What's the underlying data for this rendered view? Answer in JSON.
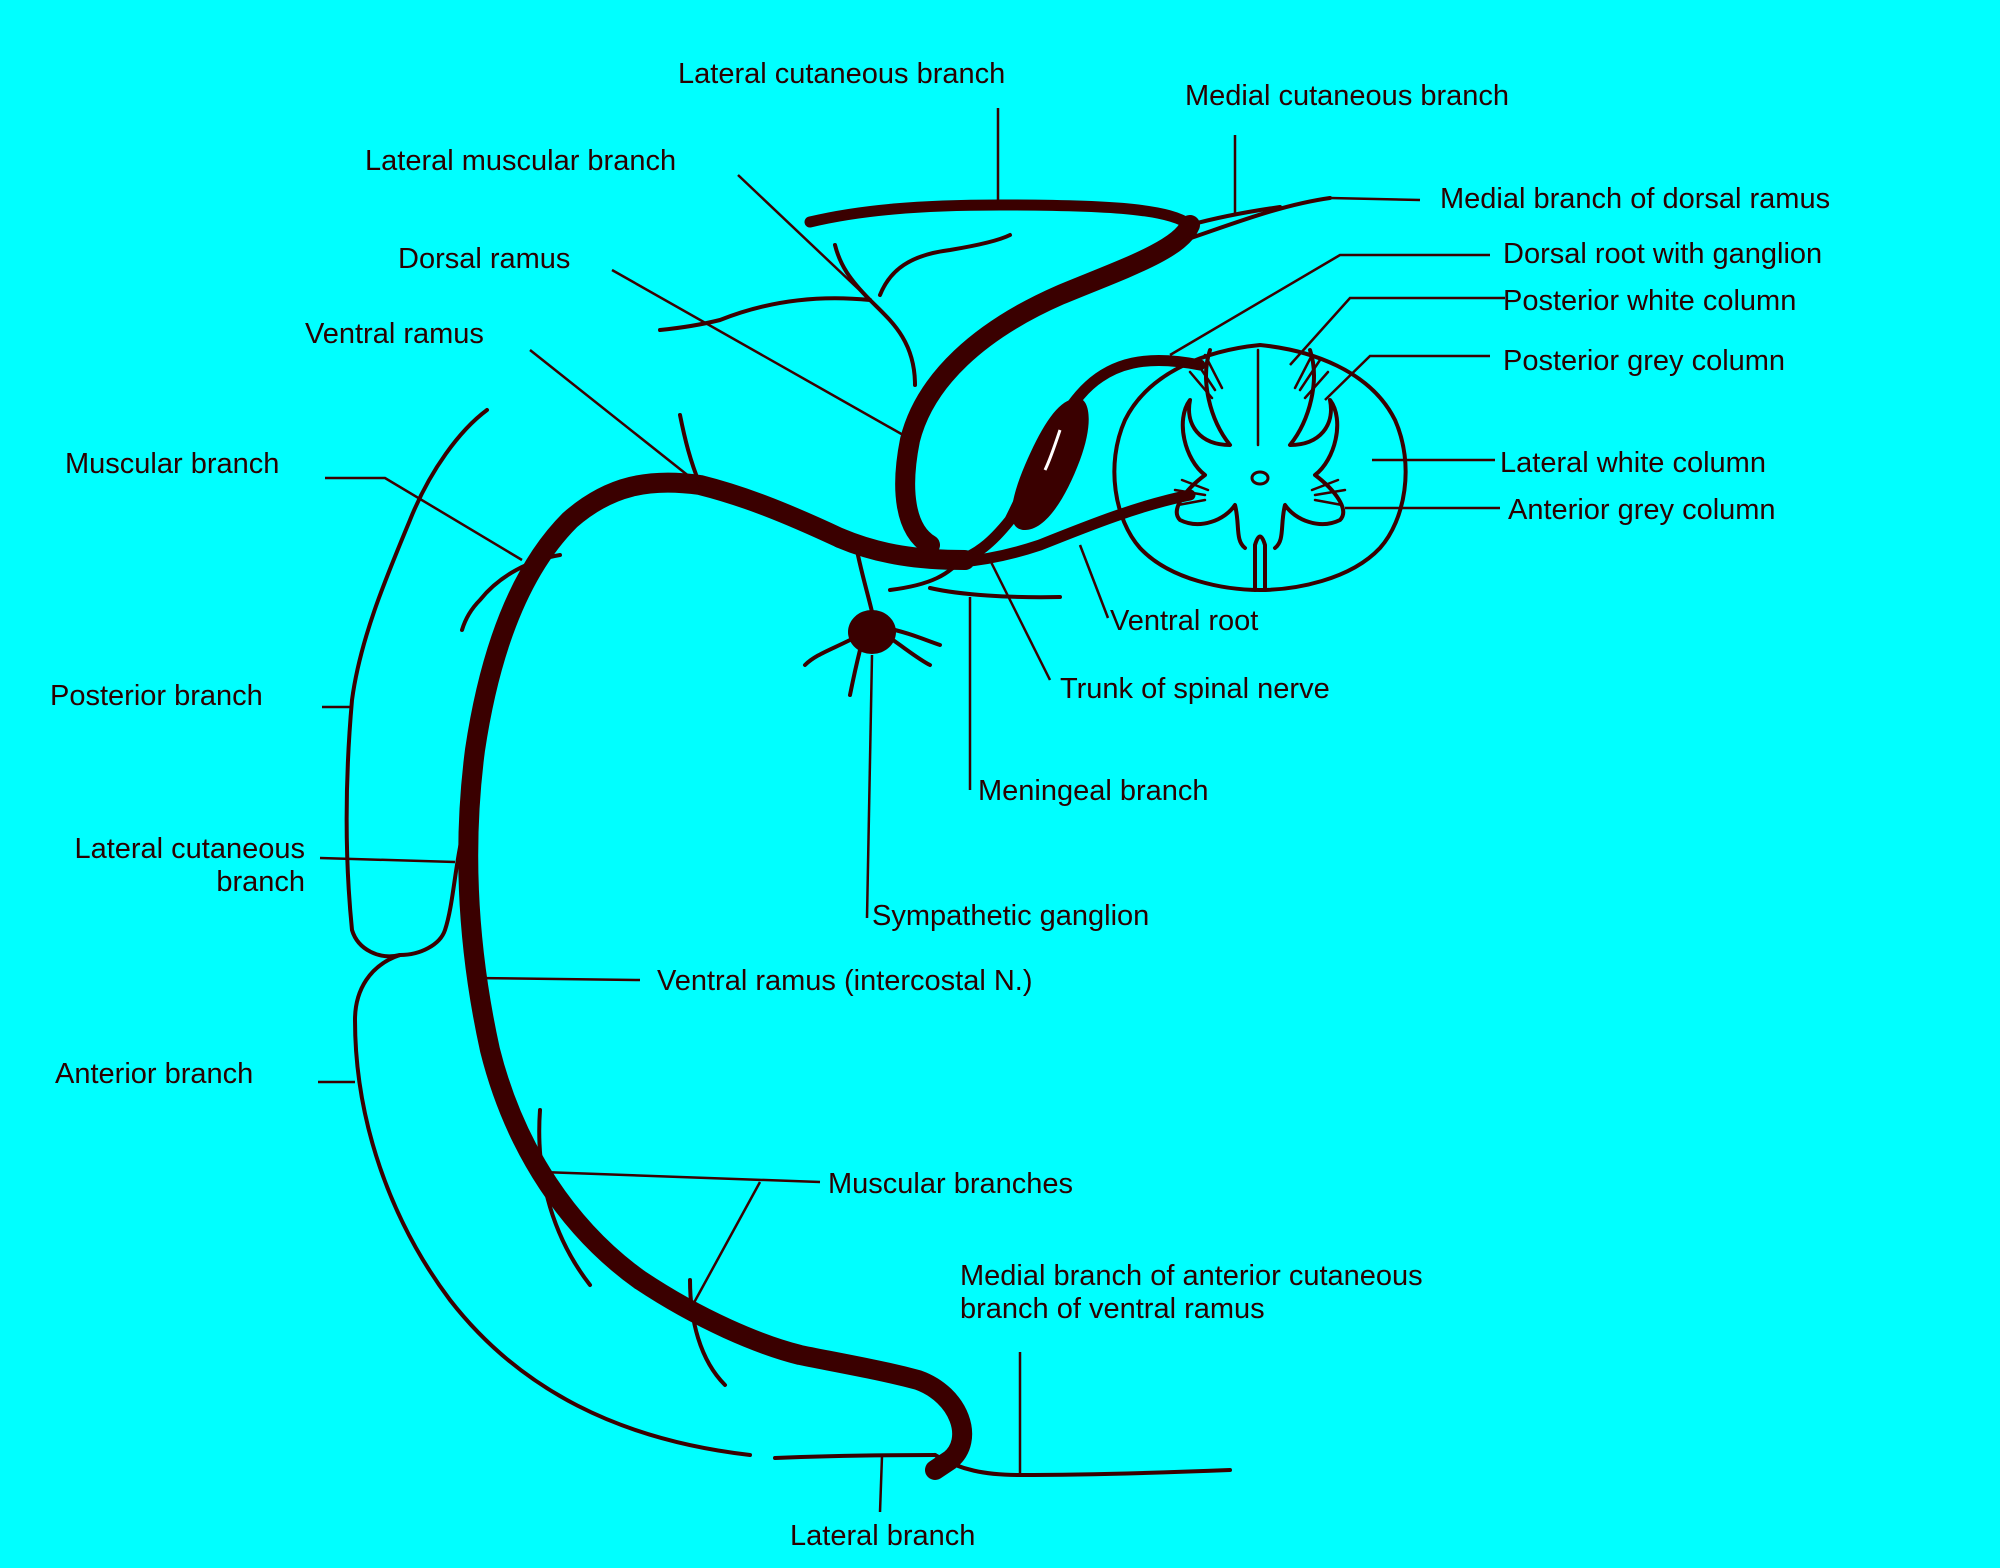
{
  "background_color": "#00ffff",
  "nerve_color": "#3a0000",
  "labels": {
    "lateral_cutaneous_branch_top": "Lateral cutaneous branch",
    "medial_cutaneous_branch": "Medial cutaneous branch",
    "lateral_muscular_branch": "Lateral muscular branch",
    "medial_branch_dorsal_ramus": "Medial branch of dorsal ramus",
    "dorsal_ramus": "Dorsal ramus",
    "dorsal_root_ganglion": "Dorsal root with ganglion",
    "posterior_white_column": "Posterior white column",
    "ventral_ramus_top": "Ventral ramus",
    "posterior_grey_column": "Posterior grey column",
    "muscular_branch": "Muscular branch",
    "lateral_white_column": "Lateral white column",
    "anterior_grey_column": "Anterior grey column",
    "ventral_root": "Ventral root",
    "posterior_branch": "Posterior branch",
    "trunk_spinal_nerve": "Trunk of spinal nerve",
    "meningeal_branch": "Meningeal branch",
    "lateral_cutaneous_branch_side_1": "Lateral cutaneous",
    "lateral_cutaneous_branch_side_2": "branch",
    "sympathetic_ganglion": "Sympathetic ganglion",
    "ventral_ramus_intercostal": "Ventral ramus (intercostal N.)",
    "anterior_branch": "Anterior branch",
    "muscular_branches": "Muscular branches",
    "medial_branch_anterior_cutaneous_1": "Medial branch of anterior cutaneous",
    "medial_branch_anterior_cutaneous_2": "branch of ventral ramus",
    "lateral_branch": "Lateral branch"
  }
}
